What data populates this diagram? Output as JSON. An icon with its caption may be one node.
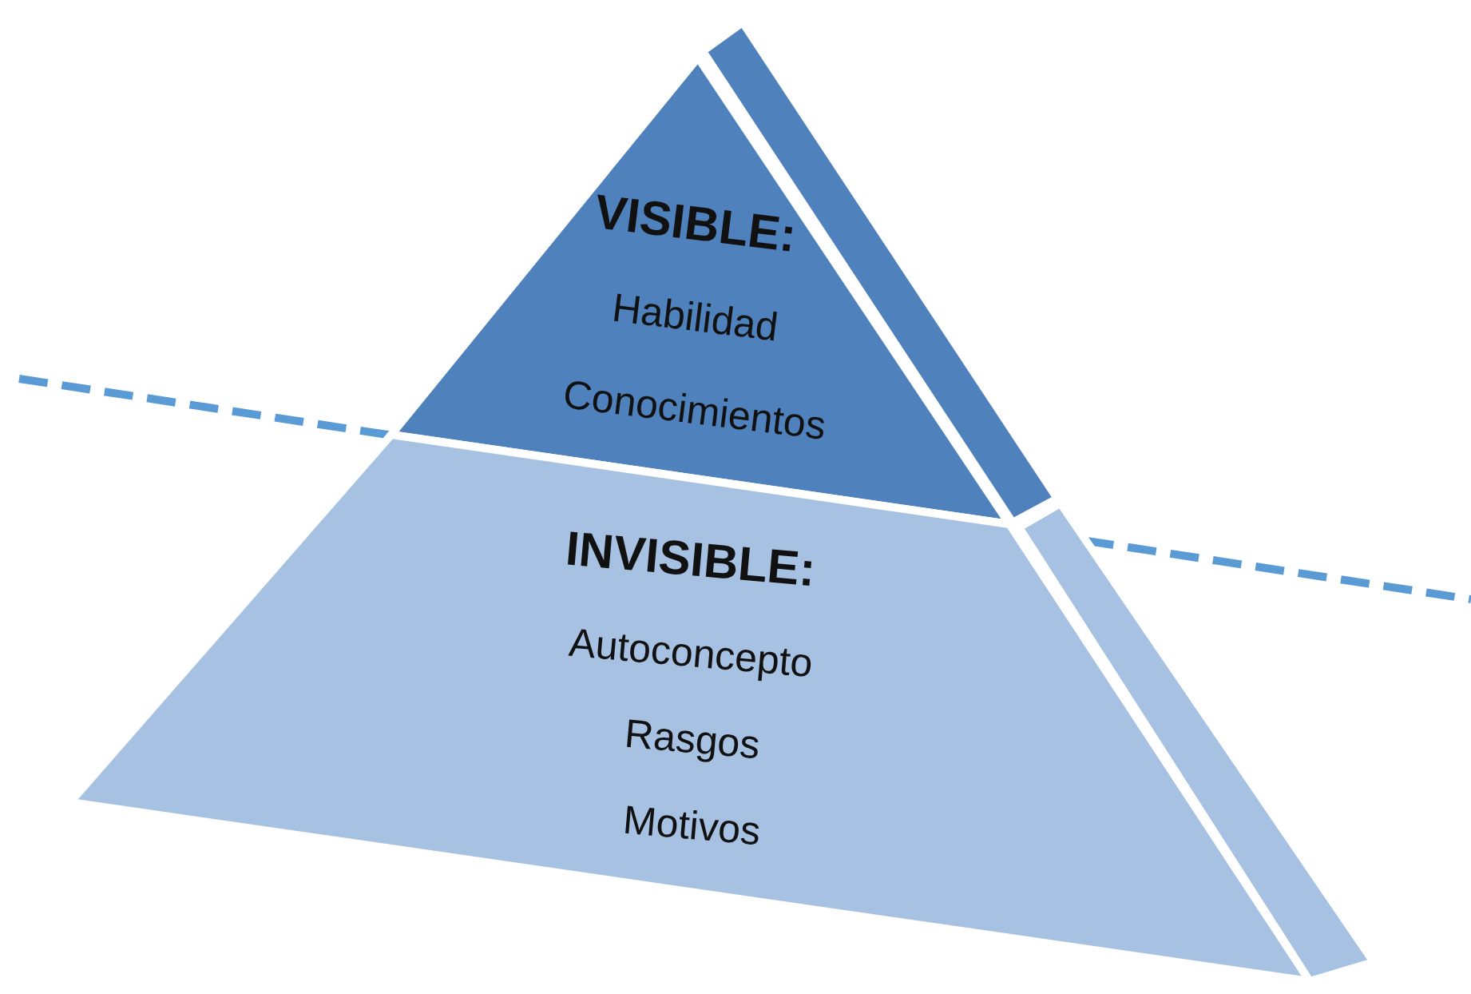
{
  "diagram": {
    "nodes": [
      {
        "text": [
          "VISIBLE:",
          "Habilidad",
          "Conocimientos"
        ]
      },
      {
        "text": [
          "INVISIBLE:",
          "Autoconcepto",
          "Rasgos",
          "Motivos"
        ]
      }
    ]
  }
}
